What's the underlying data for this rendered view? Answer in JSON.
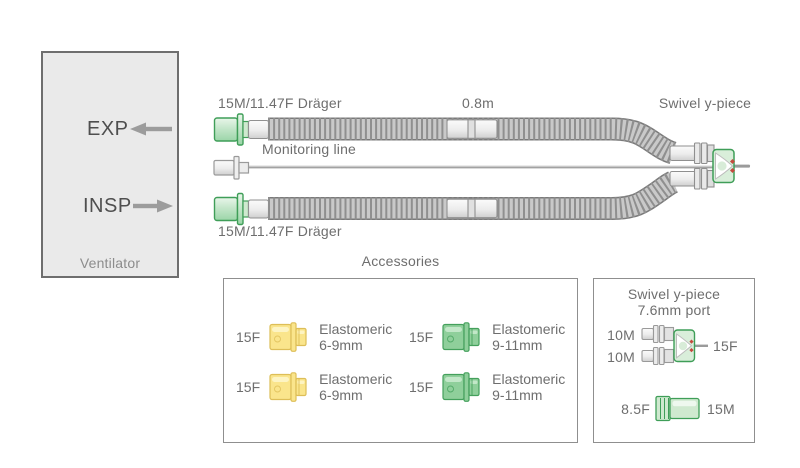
{
  "ventilator": {
    "label": "Ventilator",
    "exp": "EXP",
    "insp": "INSP"
  },
  "circuit": {
    "exp_tube_label": "15M/11.47F Dräger",
    "insp_tube_label": "15M/11.47F Dräger",
    "tube_length_label": "0.8m",
    "swivel_label": "Swivel y-piece",
    "monitoring_label": "Monitoring line"
  },
  "accessories": {
    "title": "Accessories",
    "items": [
      {
        "size": "15F",
        "type": "Elastomeric",
        "range": "6-9mm",
        "color": "#FAE58C"
      },
      {
        "size": "15F",
        "type": "Elastomeric",
        "range": "9-11mm",
        "color": "#8FCF9B"
      },
      {
        "size": "15F",
        "type": "Elastomeric",
        "range": "6-9mm",
        "color": "#FAE58C"
      },
      {
        "size": "15F",
        "type": "Elastomeric",
        "range": "9-11mm",
        "color": "#8FCF9B"
      }
    ]
  },
  "swivel_box": {
    "title_line1": "Swivel y-piece",
    "title_line2": "7.6mm port",
    "top_port": "10M",
    "bottom_port": "10M",
    "patient_port": "15F",
    "adapter_female": "8.5F",
    "adapter_male": "15M"
  },
  "colors": {
    "green_accent": "#44A05C",
    "green_fill": "#8FCF9B",
    "yellow_fill": "#FAE58C",
    "tube_gray": "#C9C9C9",
    "label_gray": "#6E6E6E"
  }
}
